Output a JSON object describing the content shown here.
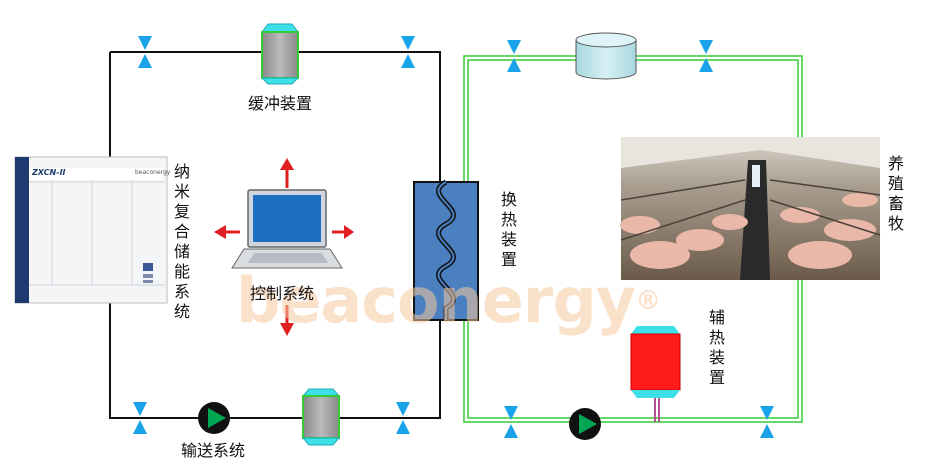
{
  "labels": {
    "buffer": "缓冲装置",
    "storage_system": "纳米复合储能系统",
    "control_system": "控制系统",
    "heat_exchanger": "换热装置",
    "livestock": "养殖畜牧",
    "aux_heater": "辅热装置",
    "transport_system": "输送系统"
  },
  "machine": {
    "model": "ZXCN-II",
    "brand": "beaconergy"
  },
  "watermark": {
    "text": "beaconergy",
    "mark": "®"
  },
  "colors": {
    "left_loop": "#111111",
    "right_loop": "#33cc33",
    "valve": "#1aa3e8",
    "arrow": "#e02020",
    "exchanger": "#4a7fc0",
    "aux_heater": "#ff1a1a",
    "pump": "#00a651",
    "watermark": "#f6c9a0"
  }
}
